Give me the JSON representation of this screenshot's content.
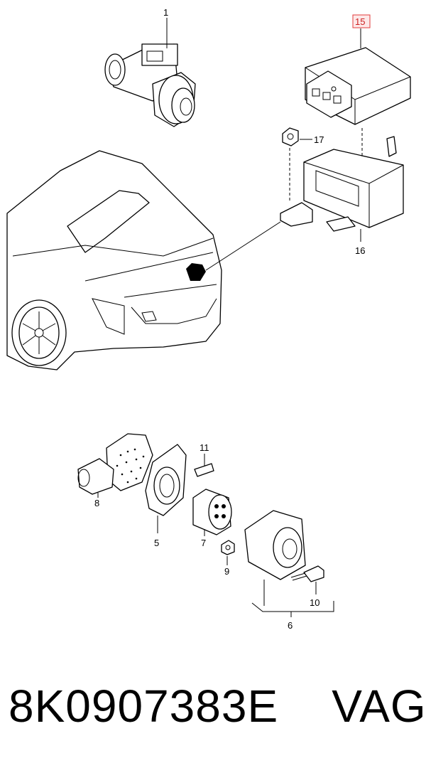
{
  "callouts": {
    "c1": "1",
    "c15": "15",
    "c17": "17",
    "c16": "16",
    "c11": "11",
    "c8": "8",
    "c5": "5",
    "c7": "7",
    "c9": "9",
    "c10": "10",
    "c6": "6"
  },
  "highlight": {
    "c15_box_color": "#e23b3b",
    "c15_fill": "#fde8e8"
  },
  "footer": {
    "part_number": "8K0907383E",
    "brand": "VAG"
  }
}
